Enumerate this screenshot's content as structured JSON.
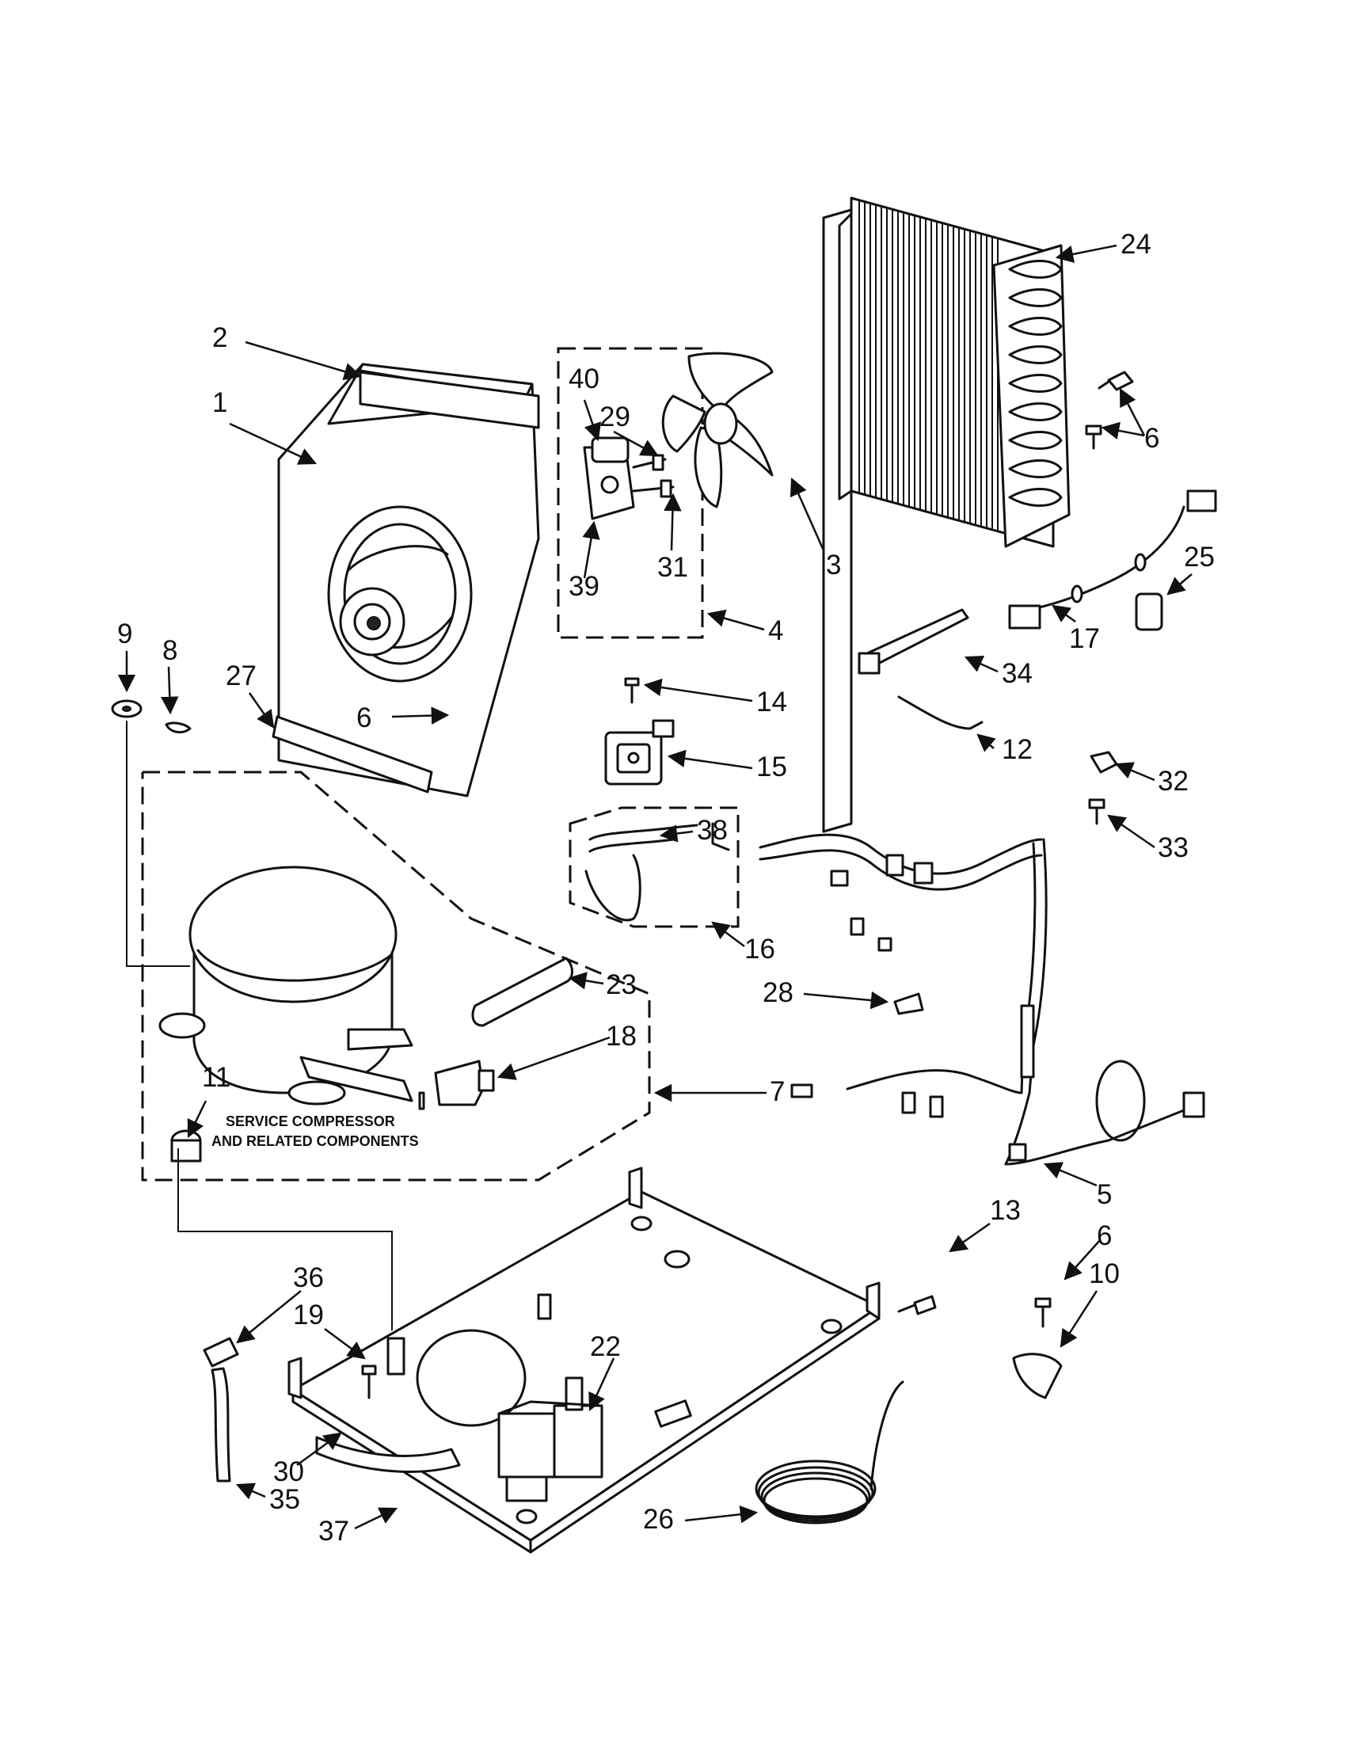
{
  "diagram": {
    "note_line1": "SERVICE COMPRESSOR",
    "note_line2": "AND RELATED COMPONENTS",
    "callouts": [
      {
        "id": "c1",
        "label": "1"
      },
      {
        "id": "c2",
        "label": "2"
      },
      {
        "id": "c3",
        "label": "3"
      },
      {
        "id": "c4",
        "label": "4"
      },
      {
        "id": "c5",
        "label": "5"
      },
      {
        "id": "c6a",
        "label": "6"
      },
      {
        "id": "c6b",
        "label": "6"
      },
      {
        "id": "c6c",
        "label": "6"
      },
      {
        "id": "c7",
        "label": "7"
      },
      {
        "id": "c8",
        "label": "8"
      },
      {
        "id": "c9",
        "label": "9"
      },
      {
        "id": "c10",
        "label": "10"
      },
      {
        "id": "c11",
        "label": "11"
      },
      {
        "id": "c12",
        "label": "12"
      },
      {
        "id": "c13",
        "label": "13"
      },
      {
        "id": "c14",
        "label": "14"
      },
      {
        "id": "c15",
        "label": "15"
      },
      {
        "id": "c16",
        "label": "16"
      },
      {
        "id": "c17",
        "label": "17"
      },
      {
        "id": "c18",
        "label": "18"
      },
      {
        "id": "c19",
        "label": "19"
      },
      {
        "id": "c22",
        "label": "22"
      },
      {
        "id": "c23",
        "label": "23"
      },
      {
        "id": "c24",
        "label": "24"
      },
      {
        "id": "c25",
        "label": "25"
      },
      {
        "id": "c26",
        "label": "26"
      },
      {
        "id": "c27",
        "label": "27"
      },
      {
        "id": "c28",
        "label": "28"
      },
      {
        "id": "c29",
        "label": "29"
      },
      {
        "id": "c30",
        "label": "30"
      },
      {
        "id": "c31",
        "label": "31"
      },
      {
        "id": "c32",
        "label": "32"
      },
      {
        "id": "c33",
        "label": "33"
      },
      {
        "id": "c34",
        "label": "34"
      },
      {
        "id": "c35",
        "label": "35"
      },
      {
        "id": "c36",
        "label": "36"
      },
      {
        "id": "c37",
        "label": "37"
      },
      {
        "id": "c38",
        "label": "38"
      },
      {
        "id": "c39",
        "label": "39"
      },
      {
        "id": "c40",
        "label": "40"
      }
    ]
  }
}
